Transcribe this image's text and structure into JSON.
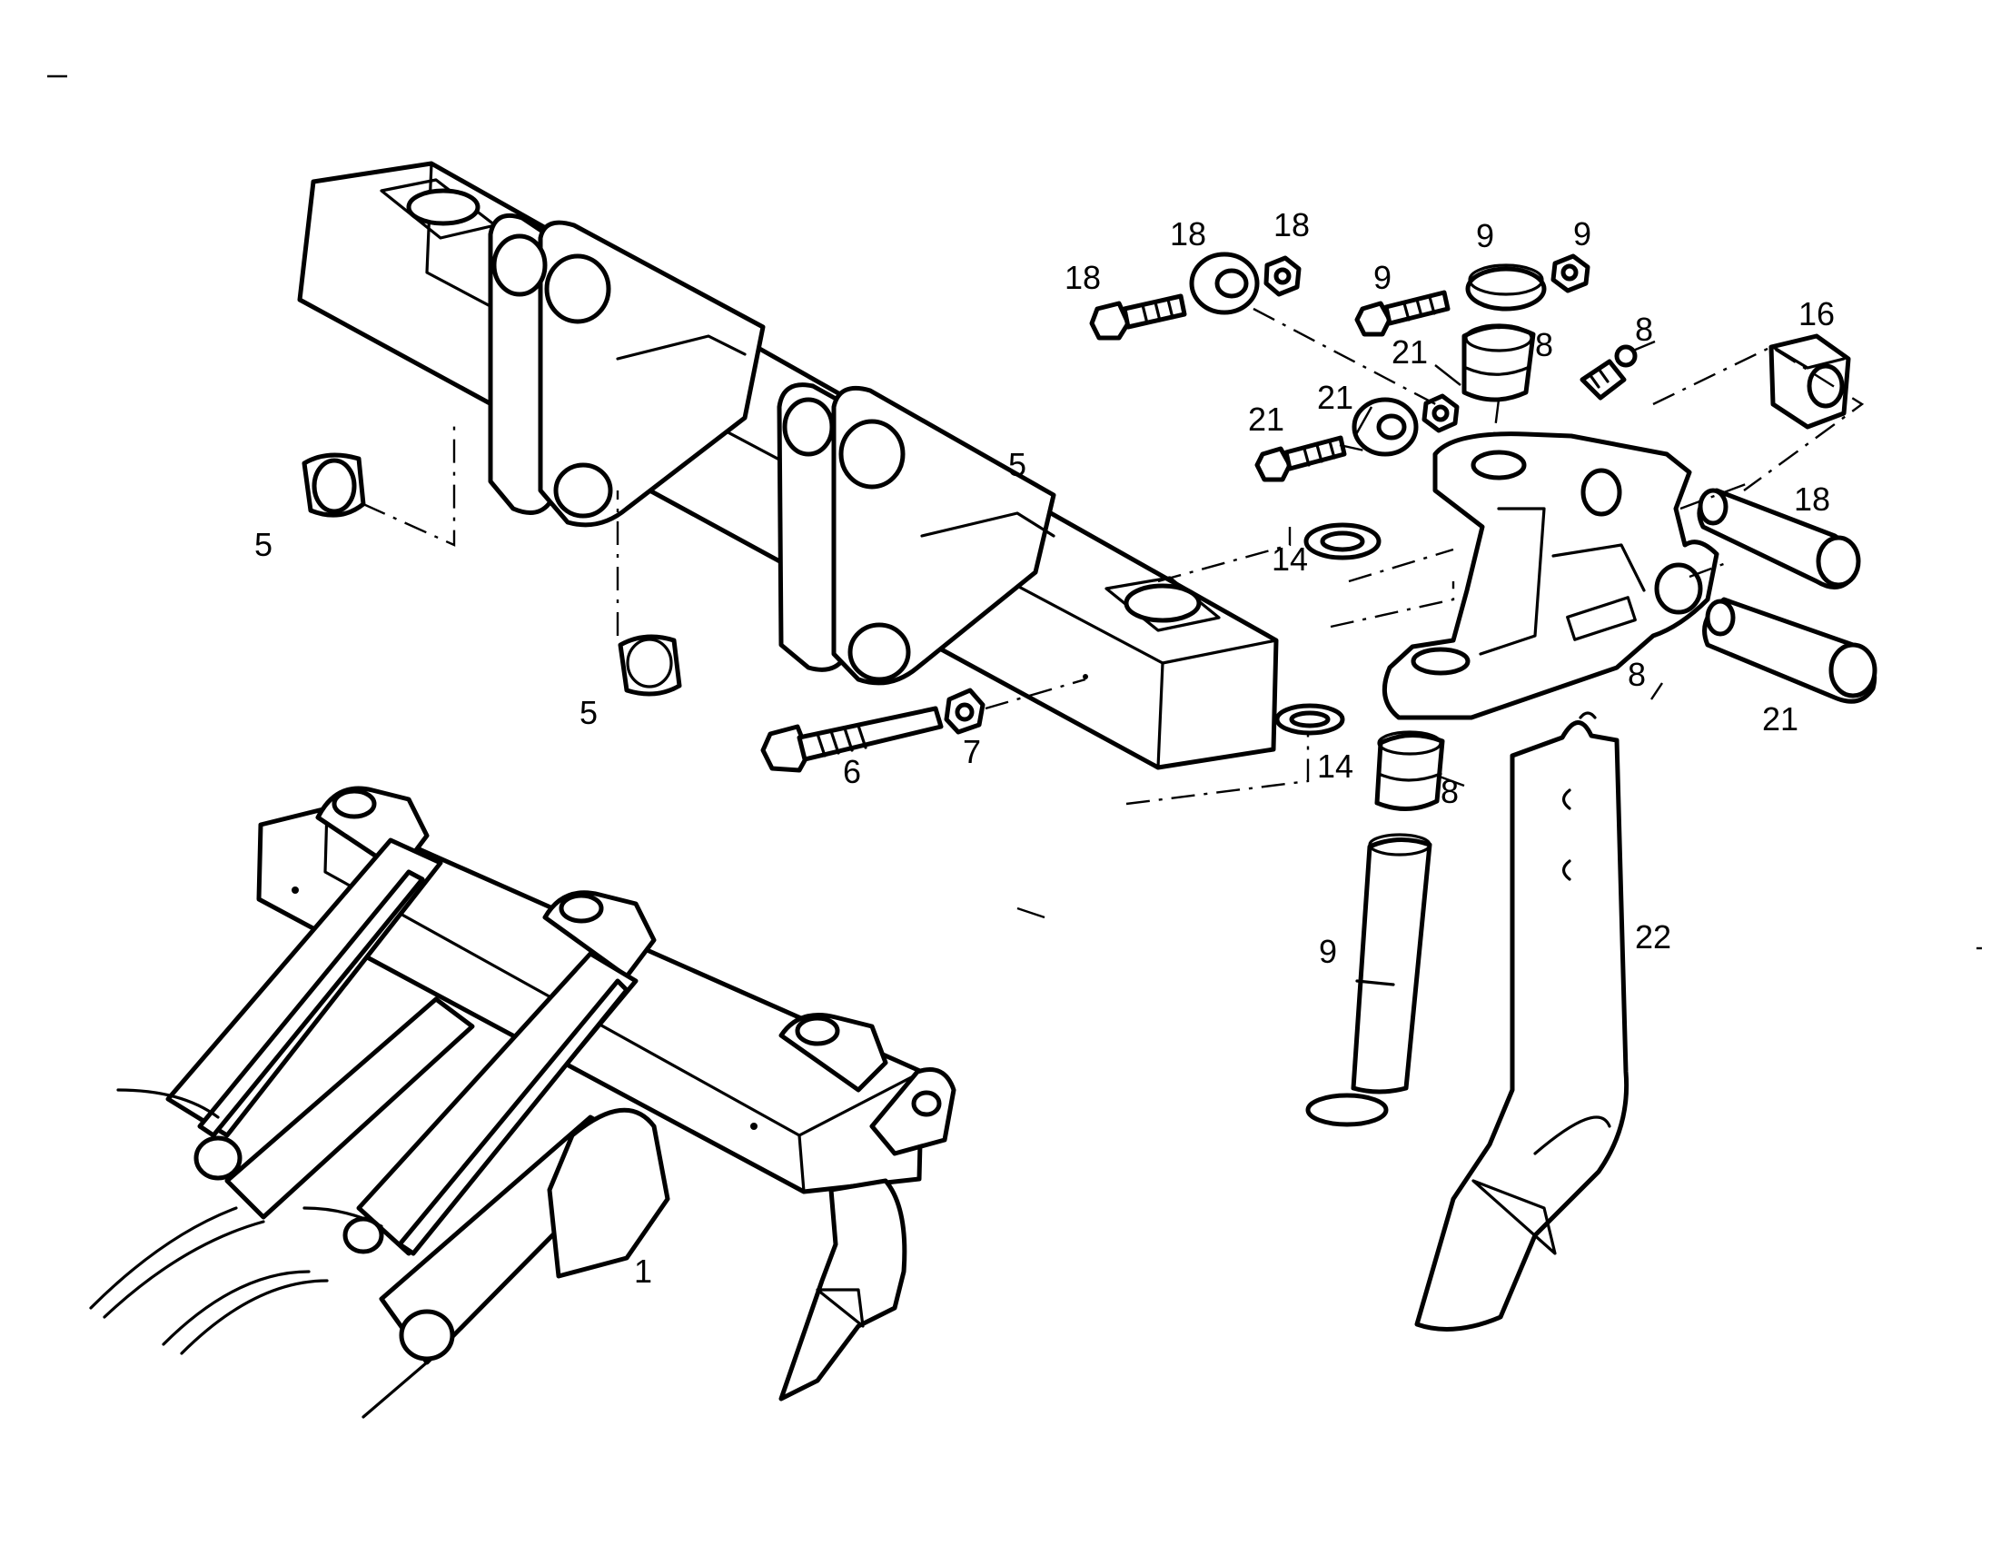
{
  "diagram": {
    "kind": "exploded parts drawing",
    "colors": {
      "ink": "#000000",
      "paper": "#ffffff"
    },
    "callouts": [
      {
        "id": "c-5a",
        "text": "5"
      },
      {
        "id": "c-5b",
        "text": "5"
      },
      {
        "id": "c-5c",
        "text": "5"
      },
      {
        "id": "c-6",
        "text": "6"
      },
      {
        "id": "c-7",
        "text": "7"
      },
      {
        "id": "c-14a",
        "text": "14"
      },
      {
        "id": "c-14b",
        "text": "14"
      },
      {
        "id": "c-18a",
        "text": "18"
      },
      {
        "id": "c-18b",
        "text": "18"
      },
      {
        "id": "c-18c",
        "text": "18"
      },
      {
        "id": "c-18d",
        "text": "18"
      },
      {
        "id": "c-9a",
        "text": "9"
      },
      {
        "id": "c-9b",
        "text": "9"
      },
      {
        "id": "c-9c",
        "text": "9"
      },
      {
        "id": "c-9d",
        "text": "9"
      },
      {
        "id": "c-8a",
        "text": "8"
      },
      {
        "id": "c-8b",
        "text": "8"
      },
      {
        "id": "c-8c",
        "text": "8"
      },
      {
        "id": "c-8d",
        "text": "8"
      },
      {
        "id": "c-21a",
        "text": "21"
      },
      {
        "id": "c-21b",
        "text": "21"
      },
      {
        "id": "c-21c",
        "text": "21"
      },
      {
        "id": "c-21d",
        "text": "21"
      },
      {
        "id": "c-16",
        "text": "16"
      },
      {
        "id": "c-22",
        "text": "22"
      },
      {
        "id": "c-1",
        "text": "1"
      }
    ]
  }
}
